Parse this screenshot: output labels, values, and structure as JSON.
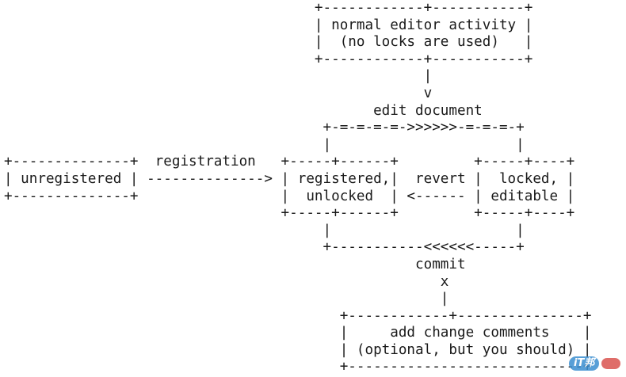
{
  "diagram": {
    "lines": [
      "                                                                                                                                                                                                                                                                                      ",
      "                                                         +-----------------------------+",
      "                                                         | normal editor activity |",
      "                                                         |  (no locks are used)   |",
      "                                                         +-------------+-----------+",
      "                                                                       |",
      "                                                                       v",
      "                                                                 edit document",
      "                                                        +-=-=-=-=->>>>>>-=-=-=-+",
      "                                                        |                      |",
      "+--------------+  registration   +-----+------+         +-----+----+",
      "| unregistered | --------------> | registered,|  revert  |  locked, |",
      "+--------------+                 |  unlocked  | <------  | editable |",
      "                                 +-----+------+          +-----+----+",
      "                                        |                      |",
      "                                        +-----------<<<<<<-----+",
      "                                                   commit",
      "                                                      x",
      "                                                      |",
      "                                        +------------+----------------+",
      "                                        |     add change comments     |",
      "                                        | (optional, but you should)  |",
      "                                        +-----------------------------+"
    ]
  },
  "rows": {
    "r0": "                                     +------------+-----------+",
    "r1": "                                     | normal editor activity |",
    "r2": "                                     |  (no locks are used)   |",
    "r3": "                                     +------------+-----------+",
    "r4": "                                                  |",
    "r5": "                                                  v",
    "r6": "                                            edit document",
    "r7": "                                      +-=-=-=-=->>>>>>-=-=-=-+",
    "r8": "                                      |                      |",
    "r9": "+--------------+  registration   +-----+------+         +-----+----+",
    "r10": "| unregistered | --------------> | registered,|  revert |  locked, |",
    "r11": "+--------------+                 |  unlocked  | <------ | editable |",
    "r12": "                                 +-----+------+         +-----+----+",
    "r13": "                                      |                      |",
    "r14": "                                      +-----------<<<<<<-----+",
    "r15": "                                                 commit",
    "r16": "                                                    x",
    "r17": "                                                    |",
    "r18": "                                        +------------+---------------+",
    "r19": "                                        |     add change comments    |",
    "r20": "                                        | (optional, but you should) |",
    "r21": "                                        +----------------------------+"
  },
  "watermark": {
    "label": "iT邦",
    "accent": "#3b8fd1",
    "secondary": "#d9534f"
  }
}
